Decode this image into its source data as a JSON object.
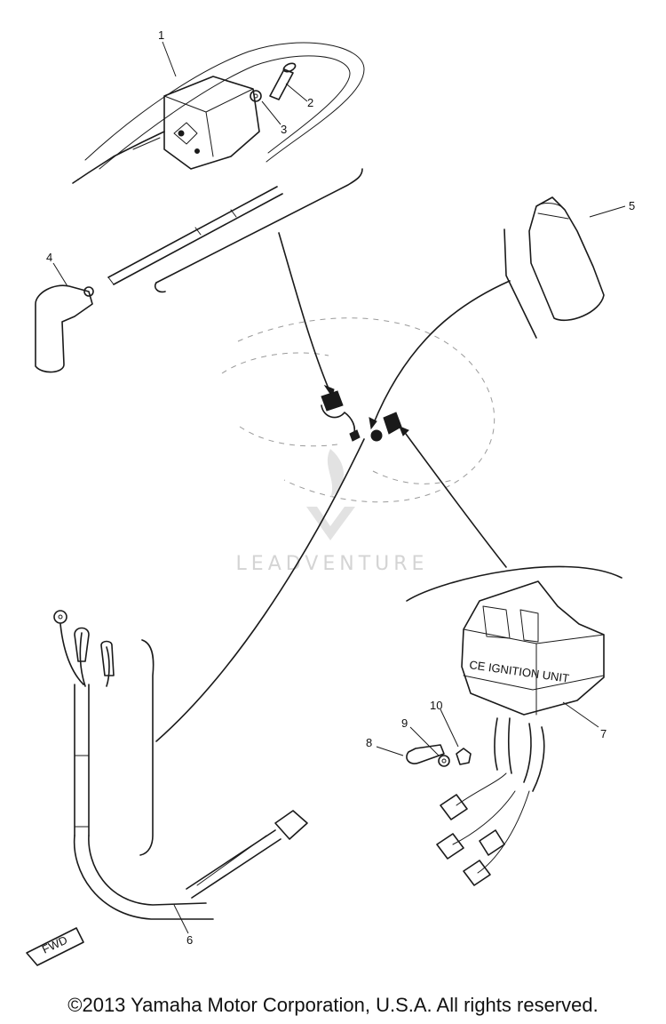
{
  "diagram": {
    "callouts": {
      "n1": "1",
      "n2": "2",
      "n3": "3",
      "n4": "4",
      "n5": "5",
      "n6": "6",
      "n7": "7",
      "n8": "8",
      "n9": "9",
      "n10": "10"
    },
    "unit_label": "CE IGNITION UNIT",
    "fwd_label": "FWD"
  },
  "watermark": {
    "text": "LEADVENTURE"
  },
  "footer": {
    "copyright": "©2013 Yamaha Motor Corporation, U.S.A. All rights reserved."
  }
}
